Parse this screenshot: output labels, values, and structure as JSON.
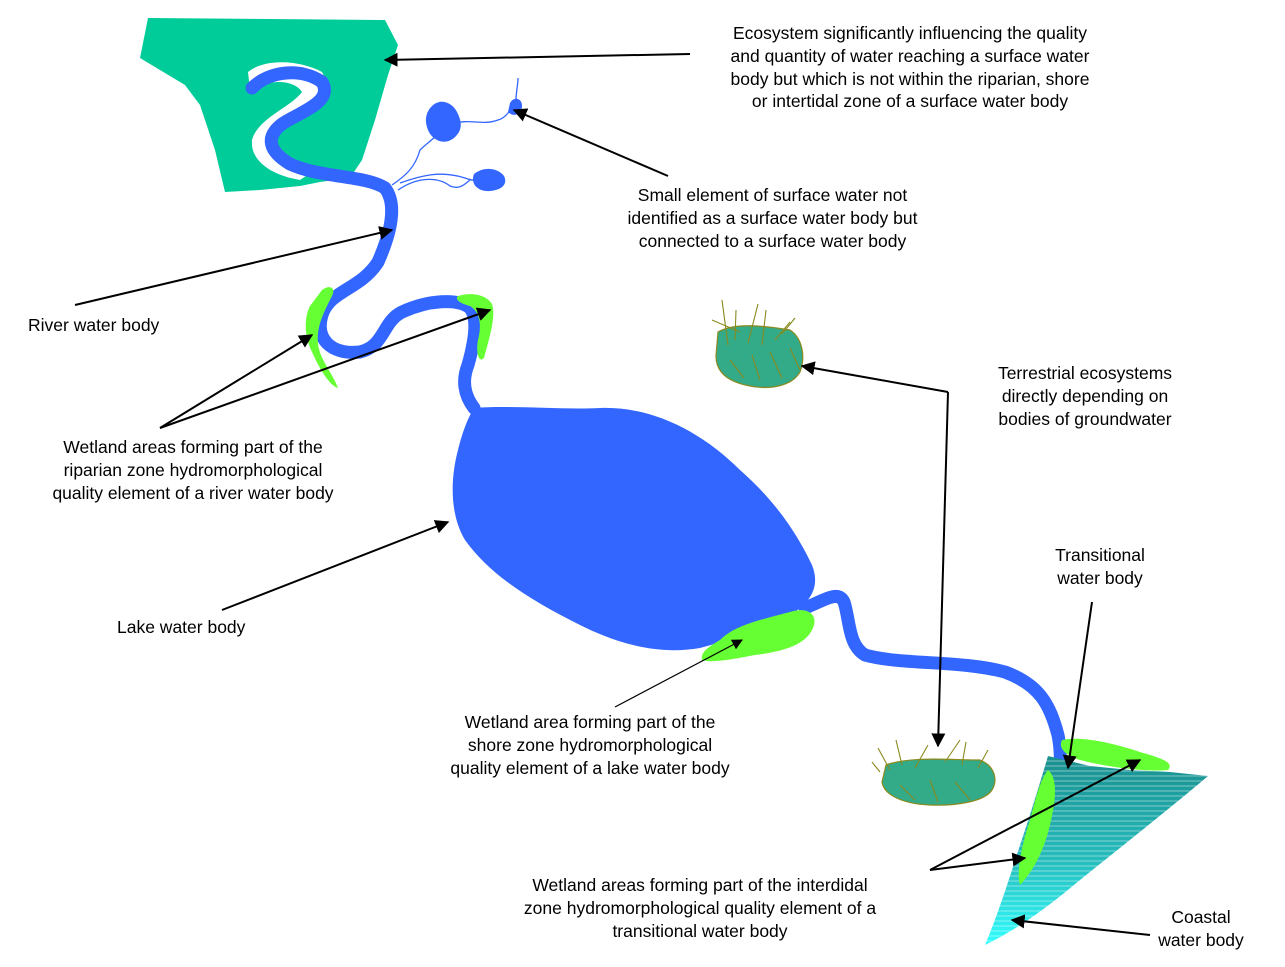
{
  "colors": {
    "river": "#3366ff",
    "wetland": "#66ff33",
    "ecosystem": "#00cc99",
    "terrestrial_fill": "#33aa88",
    "grass": "#8a8a1e",
    "transitional": "#1a9999",
    "coastal": "#33ffff",
    "background": "#ffffff",
    "arrow": "#000000"
  },
  "labels": {
    "ecosystem": [
      "Ecosystem significantly influencing the quality",
      "and quantity of water reaching a surface water",
      "body but which is not within the riparian, shore",
      "or intertidal zone of a surface water body"
    ],
    "small_element": [
      "Small element of surface water not",
      "identified as a surface water body but",
      "connected to a surface water body"
    ],
    "river": [
      "River water body"
    ],
    "riparian_wetland": [
      "Wetland areas forming part of the",
      "riparian zone hydromorphological",
      "quality element of a river water body"
    ],
    "terrestrial": [
      "Terrestrial ecosystems",
      "directly depending on",
      "bodies of groundwater"
    ],
    "lake": [
      "Lake water body"
    ],
    "transitional": [
      "Transitional",
      "water body"
    ],
    "shore_wetland": [
      "Wetland area forming part of the",
      "shore zone hydromorphological",
      "quality element of a lake water body"
    ],
    "interdidal_wetland": [
      "Wetland areas forming part of the interdidal",
      "zone hydromorphological quality element of a",
      "transitional water body"
    ],
    "coastal": [
      "Coastal",
      "water body"
    ]
  }
}
